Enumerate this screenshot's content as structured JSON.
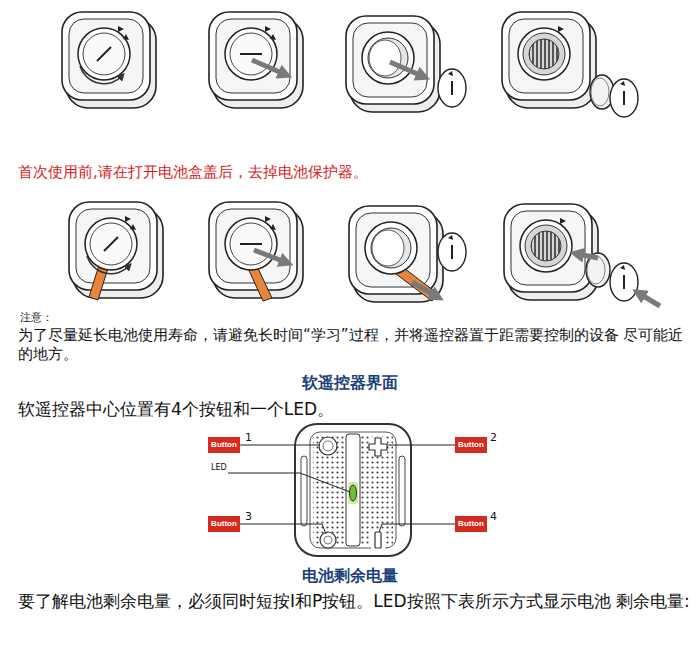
{
  "diagram": {
    "nodes": [
      {
        "text": [
          "Button"
        ]
      },
      {
        "text": [
          "Button"
        ]
      },
      {
        "text": [
          "Button"
        ]
      },
      {
        "text": [
          "Button"
        ]
      }
    ],
    "labels": [
      "首次使用前,请在打开电池盒盖后，去掉电池保护器。",
      "注意：",
      "为了尽量延长电池使用寿命，请避免长时间“学习”过程，并将遥控器置于距需要控制的设备 尽可能近的地方。",
      "软遥控器界面",
      "软遥控器中心位置有4个按钮和一个LED。",
      "1",
      "2",
      "LED",
      "3",
      "4",
      "电池剩余电量",
      "要了解电池剩余电量，必须同时短按I和P按钮。LED按照下表所示方式显示电池 剩余电量:"
    ]
  }
}
